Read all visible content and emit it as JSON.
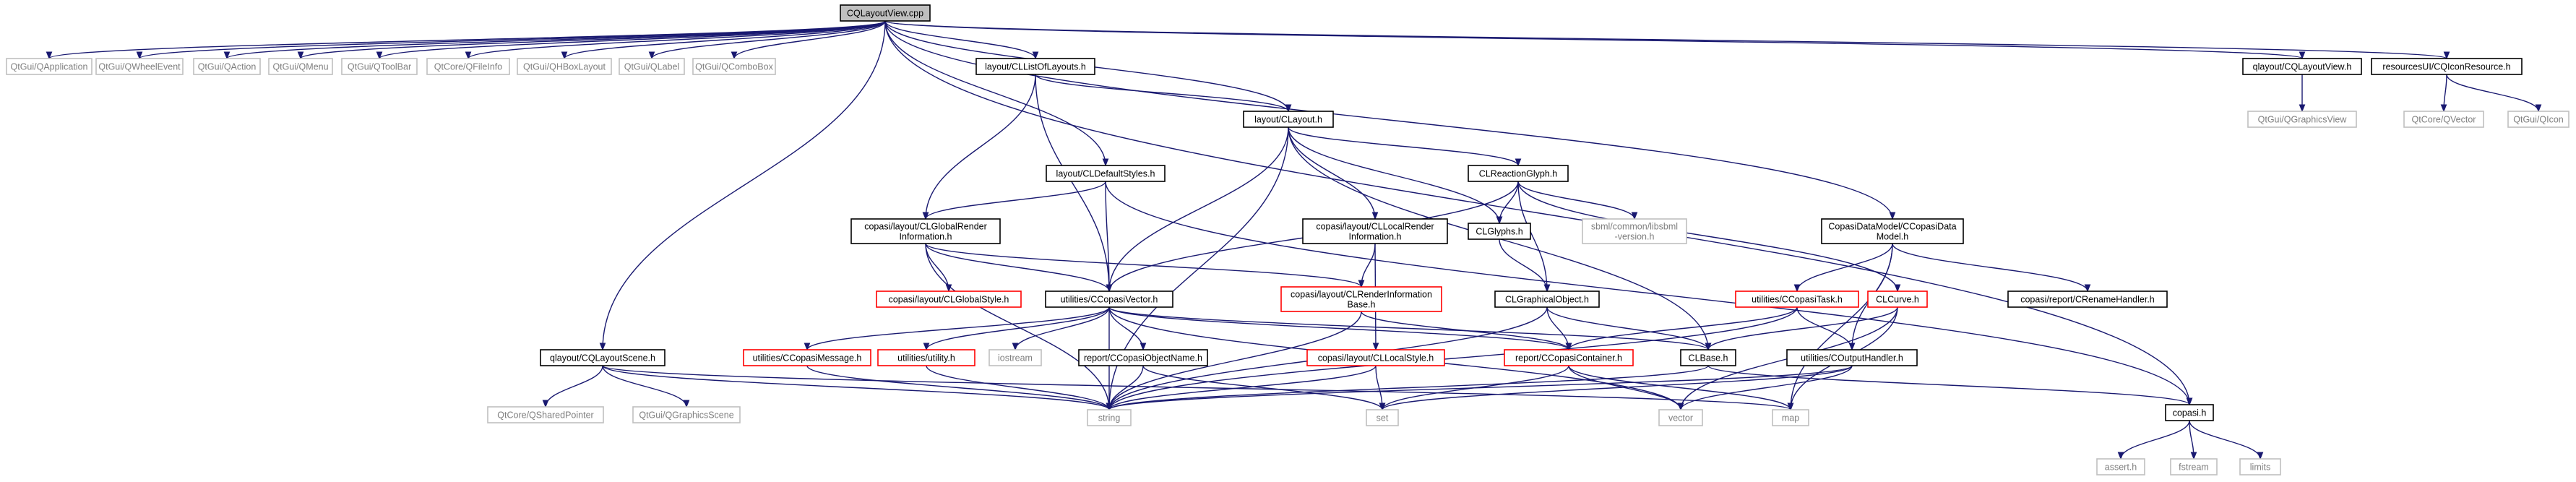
{
  "diagram": {
    "colors": {
      "edge": "#191970",
      "root_fill": "#bfbfbf",
      "documented_border": "#000000",
      "system_border": "#bfbfbf",
      "system_text": "#7f7f7f",
      "undocumented_border": "#ff0000"
    },
    "nodes": [
      {
        "id": "root",
        "label": [
          "CQLayoutView.cpp"
        ],
        "style": "root"
      },
      {
        "id": "qapplication",
        "label": [
          "QtGui/QApplication"
        ],
        "style": "system"
      },
      {
        "id": "qwheelevent",
        "label": [
          "QtGui/QWheelEvent"
        ],
        "style": "system"
      },
      {
        "id": "qaction",
        "label": [
          "QtGui/QAction"
        ],
        "style": "system"
      },
      {
        "id": "qmenu",
        "label": [
          "QtGui/QMenu"
        ],
        "style": "system"
      },
      {
        "id": "qtoolbar",
        "label": [
          "QtGui/QToolBar"
        ],
        "style": "system"
      },
      {
        "id": "qfileinfo",
        "label": [
          "QtCore/QFileInfo"
        ],
        "style": "system"
      },
      {
        "id": "qhboxlayout",
        "label": [
          "QtGui/QHBoxLayout"
        ],
        "style": "system"
      },
      {
        "id": "qlabel",
        "label": [
          "QtGui/QLabel"
        ],
        "style": "system"
      },
      {
        "id": "qcombobox",
        "label": [
          "QtGui/QComboBox"
        ],
        "style": "system"
      },
      {
        "id": "clistoflayouts",
        "label": [
          "layout/CLListOfLayouts.h"
        ],
        "style": "documented"
      },
      {
        "id": "cqlayoutviewh",
        "label": [
          "qlayout/CQLayoutView.h"
        ],
        "style": "documented"
      },
      {
        "id": "cqiconresource",
        "label": [
          "resourcesUI/CQIconResource.h"
        ],
        "style": "documented"
      },
      {
        "id": "qgraphicsview",
        "label": [
          "QtGui/QGraphicsView"
        ],
        "style": "system"
      },
      {
        "id": "qvector",
        "label": [
          "QtCore/QVector"
        ],
        "style": "system"
      },
      {
        "id": "qicon",
        "label": [
          "QtGui/QIcon"
        ],
        "style": "system"
      },
      {
        "id": "cllayout",
        "label": [
          "layout/CLayout.h"
        ],
        "style": "documented"
      },
      {
        "id": "cldefaultstyles",
        "label": [
          "layout/CLDefaultStyles.h"
        ],
        "style": "documented"
      },
      {
        "id": "clreactionglyph",
        "label": [
          "CLReactionGlyph.h"
        ],
        "style": "documented"
      },
      {
        "id": "ccopasidatamodel",
        "label": [
          "CopasiDataModel/CCopasiData",
          "Model.h"
        ],
        "style": "documented"
      },
      {
        "id": "clglobalrender",
        "label": [
          "copasi/layout/CLGlobalRender",
          "Information.h"
        ],
        "style": "documented"
      },
      {
        "id": "cllocalrender",
        "label": [
          "copasi/layout/CLLocalRender",
          "Information.h"
        ],
        "style": "documented"
      },
      {
        "id": "clglyphs",
        "label": [
          "CLGlyphs.h"
        ],
        "style": "documented"
      },
      {
        "id": "libsbmlversion",
        "label": [
          "sbml/common/libsbml",
          "-version.h"
        ],
        "style": "system"
      },
      {
        "id": "clglobalstyle",
        "label": [
          "copasi/layout/CLGlobalStyle.h"
        ],
        "style": "undocumented"
      },
      {
        "id": "ccopasivector",
        "label": [
          "utilities/CCopasiVector.h"
        ],
        "style": "documented"
      },
      {
        "id": "clrenderinfobase",
        "label": [
          "copasi/layout/CLRenderInformation",
          "Base.h"
        ],
        "style": "undocumented"
      },
      {
        "id": "clgraphicalobject",
        "label": [
          "CLGraphicalObject.h"
        ],
        "style": "documented"
      },
      {
        "id": "ccopasitask",
        "label": [
          "utilities/CCopasiTask.h"
        ],
        "style": "undocumented"
      },
      {
        "id": "clcurve",
        "label": [
          "CLCurve.h"
        ],
        "style": "undocumented"
      },
      {
        "id": "crenamehandler",
        "label": [
          "copasi/report/CRenameHandler.h"
        ],
        "style": "documented"
      },
      {
        "id": "cqlayoutscene",
        "label": [
          "qlayout/CQLayoutScene.h"
        ],
        "style": "documented"
      },
      {
        "id": "ccopasimessage",
        "label": [
          "utilities/CCopasiMessage.h"
        ],
        "style": "undocumented"
      },
      {
        "id": "utility",
        "label": [
          "utilities/utility.h"
        ],
        "style": "undocumented"
      },
      {
        "id": "iostream",
        "label": [
          "iostream"
        ],
        "style": "system"
      },
      {
        "id": "ccopasiobjectname",
        "label": [
          "report/CCopasiObjectName.h"
        ],
        "style": "documented"
      },
      {
        "id": "cllocalstyle",
        "label": [
          "copasi/layout/CLLocalStyle.h"
        ],
        "style": "undocumented"
      },
      {
        "id": "ccopasicontainer",
        "label": [
          "report/CCopasiContainer.h"
        ],
        "style": "undocumented"
      },
      {
        "id": "clbase",
        "label": [
          "CLBase.h"
        ],
        "style": "documented"
      },
      {
        "id": "coutputhandler",
        "label": [
          "utilities/COutputHandler.h"
        ],
        "style": "documented"
      },
      {
        "id": "copasih",
        "label": [
          "copasi.h"
        ],
        "style": "documented"
      },
      {
        "id": "qsharedpointer",
        "label": [
          "QtCore/QSharedPointer"
        ],
        "style": "system"
      },
      {
        "id": "qgraphicsscene",
        "label": [
          "QtGui/QGraphicsScene"
        ],
        "style": "system"
      },
      {
        "id": "string",
        "label": [
          "string"
        ],
        "style": "system"
      },
      {
        "id": "set",
        "label": [
          "set"
        ],
        "style": "system"
      },
      {
        "id": "vector",
        "label": [
          "vector"
        ],
        "style": "system"
      },
      {
        "id": "map",
        "label": [
          "map"
        ],
        "style": "system"
      },
      {
        "id": "assert",
        "label": [
          "assert.h"
        ],
        "style": "system"
      },
      {
        "id": "fstream",
        "label": [
          "fstream"
        ],
        "style": "system"
      },
      {
        "id": "limits",
        "label": [
          "limits"
        ],
        "style": "system"
      }
    ],
    "edges": [
      [
        "root",
        "qapplication"
      ],
      [
        "root",
        "qwheelevent"
      ],
      [
        "root",
        "qaction"
      ],
      [
        "root",
        "qmenu"
      ],
      [
        "root",
        "qtoolbar"
      ],
      [
        "root",
        "qfileinfo"
      ],
      [
        "root",
        "qhboxlayout"
      ],
      [
        "root",
        "qlabel"
      ],
      [
        "root",
        "qcombobox"
      ],
      [
        "root",
        "clistoflayouts"
      ],
      [
        "root",
        "cqlayoutviewh"
      ],
      [
        "root",
        "cqiconresource"
      ],
      [
        "root",
        "cllayout"
      ],
      [
        "root",
        "cldefaultstyles"
      ],
      [
        "root",
        "ccopasidatamodel"
      ],
      [
        "root",
        "cqlayoutscene"
      ],
      [
        "root",
        "copasih"
      ],
      [
        "cqlayoutviewh",
        "qgraphicsview"
      ],
      [
        "cqiconresource",
        "qvector"
      ],
      [
        "cqiconresource",
        "qicon"
      ],
      [
        "clistoflayouts",
        "cllayout"
      ],
      [
        "clistoflayouts",
        "clglobalrender"
      ],
      [
        "clistoflayouts",
        "ccopasivector"
      ],
      [
        "cllayout",
        "clreactionglyph"
      ],
      [
        "cllayout",
        "cllocalrender"
      ],
      [
        "cllayout",
        "clglyphs"
      ],
      [
        "cllayout",
        "ccopasivector"
      ],
      [
        "cllayout",
        "clbase"
      ],
      [
        "cllayout",
        "string"
      ],
      [
        "cldefaultstyles",
        "clglobalrender"
      ],
      [
        "cldefaultstyles",
        "ccopasivector"
      ],
      [
        "cldefaultstyles",
        "copasih"
      ],
      [
        "clreactionglyph",
        "clglyphs"
      ],
      [
        "clreactionglyph",
        "libsbmlversion"
      ],
      [
        "clreactionglyph",
        "clcurve"
      ],
      [
        "clreactionglyph",
        "clgraphicalobject"
      ],
      [
        "clreactionglyph",
        "ccopasivector"
      ],
      [
        "ccopasidatamodel",
        "ccopasitask"
      ],
      [
        "ccopasidatamodel",
        "crenamehandler"
      ],
      [
        "ccopasidatamodel",
        "coutputhandler"
      ],
      [
        "ccopasidatamodel",
        "map"
      ],
      [
        "clglobalrender",
        "clglobalstyle"
      ],
      [
        "clglobalrender",
        "ccopasivector"
      ],
      [
        "clglobalrender",
        "clrenderinfobase"
      ],
      [
        "clglobalrender",
        "string"
      ],
      [
        "cllocalrender",
        "clrenderinfobase"
      ],
      [
        "cllocalrender",
        "cllocalstyle"
      ],
      [
        "clglyphs",
        "clgraphicalobject"
      ],
      [
        "clgraphicalobject",
        "ccopasicontainer"
      ],
      [
        "clgraphicalobject",
        "clbase"
      ],
      [
        "clgraphicalobject",
        "string"
      ],
      [
        "ccopasivector",
        "ccopasimessage"
      ],
      [
        "ccopasivector",
        "utility"
      ],
      [
        "ccopasivector",
        "iostream"
      ],
      [
        "ccopasivector",
        "ccopasiobjectname"
      ],
      [
        "ccopasivector",
        "ccopasicontainer"
      ],
      [
        "ccopasivector",
        "string"
      ],
      [
        "ccopasivector",
        "vector"
      ],
      [
        "ccopasivector",
        "clbase"
      ],
      [
        "clrenderinfobase",
        "ccopasicontainer"
      ],
      [
        "clrenderinfobase",
        "string"
      ],
      [
        "ccopasitask",
        "ccopasicontainer"
      ],
      [
        "ccopasitask",
        "coutputhandler"
      ],
      [
        "ccopasitask",
        "string"
      ],
      [
        "clcurve",
        "clbase"
      ],
      [
        "clcurve",
        "vector"
      ],
      [
        "clcurve",
        "map"
      ],
      [
        "cqlayoutscene",
        "qsharedpointer"
      ],
      [
        "cqlayoutscene",
        "qgraphicsscene"
      ],
      [
        "cqlayoutscene",
        "string"
      ],
      [
        "cqlayoutscene",
        "map"
      ],
      [
        "ccopasimessage",
        "string"
      ],
      [
        "utility",
        "string"
      ],
      [
        "ccopasiobjectname",
        "string"
      ],
      [
        "ccopasiobjectname",
        "set"
      ],
      [
        "cllocalstyle",
        "string"
      ],
      [
        "cllocalstyle",
        "set"
      ],
      [
        "ccopasicontainer",
        "vector"
      ],
      [
        "ccopasicontainer",
        "map"
      ],
      [
        "ccopasicontainer",
        "set"
      ],
      [
        "clbase",
        "copasih"
      ],
      [
        "clbase",
        "string"
      ],
      [
        "coutputhandler",
        "vector"
      ],
      [
        "coutputhandler",
        "set"
      ],
      [
        "coutputhandler",
        "string"
      ],
      [
        "copasih",
        "assert"
      ],
      [
        "copasih",
        "fstream"
      ],
      [
        "copasih",
        "limits"
      ]
    ]
  }
}
